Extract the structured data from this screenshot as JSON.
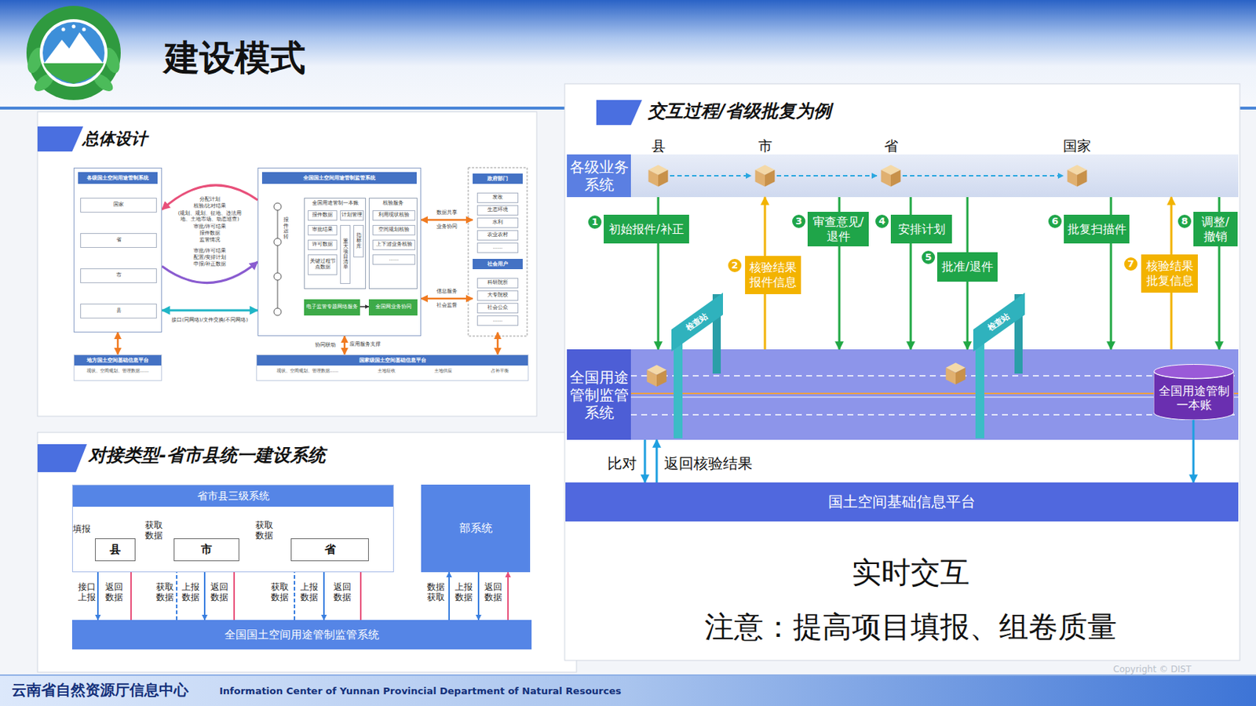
{
  "diagram": {
    "title": "建设模式",
    "nodes": [
      {
        "text": [
          "各级国土空间用途管制系统"
        ]
      },
      {
        "text": [
          "国家"
        ],
        "in": 0
      },
      {
        "text": [
          "省"
        ],
        "in": 0
      },
      {
        "text": [
          "市"
        ],
        "in": 0
      },
      {
        "text": [
          "县"
        ],
        "in": 0
      },
      {
        "text": [
          "全国国土空间用途管制监管系统"
        ]
      },
      {
        "text": [
          "全国用途管制一本账"
        ],
        "in": 5
      },
      {
        "text": [
          "报件数据"
        ],
        "in": 6
      },
      {
        "text": [
          "计划管理"
        ],
        "in": 6
      },
      {
        "text": [
          "审批结果"
        ],
        "in": 6
      },
      {
        "text": [
          "许可数据"
        ],
        "in": 6
      },
      {
        "text": [
          "关键过程节点数据"
        ],
        "in": 6
      },
      {
        "text": [
          "重大项目清单"
        ],
        "in": 6
      },
      {
        "text": [
          "指标库"
        ],
        "in": 6
      },
      {
        "text": [
          "核验服务"
        ],
        "in": 5
      },
      {
        "text": [
          "利用现状核验"
        ],
        "in": 14
      },
      {
        "text": [
          "空间规划核验"
        ],
        "in": 14
      },
      {
        "text": [
          "上下游业务核验"
        ],
        "in": 14
      },
      {
        "text": [
          "……"
        ],
        "in": 14
      },
      {
        "text": [
          "电子监管专题网络服务"
        ],
        "in": 5
      },
      {
        "text": [
          "全国网业务协同"
        ],
        "in": 5
      },
      {
        "text": [
          "政府部门"
        ]
      },
      {
        "text": [
          "发改"
        ],
        "in": 21
      },
      {
        "text": [
          "生态环境"
        ],
        "in": 21
      },
      {
        "text": [
          "水利"
        ],
        "in": 21
      },
      {
        "text": [
          "农业农村"
        ],
        "in": 21
      },
      {
        "text": [
          "……"
        ],
        "in": 21
      },
      {
        "text": [
          "社会用户"
        ]
      },
      {
        "text": [
          "科研院所"
        ],
        "in": 27
      },
      {
        "text": [
          "大专院校"
        ],
        "in": 27
      },
      {
        "text": [
          "社会公众"
        ],
        "in": 27
      },
      {
        "text": [
          "……"
        ],
        "in": 27
      },
      {
        "text": [
          "地方国土空间基础信息平台",
          "现状、空间规划、管理数据……"
        ]
      },
      {
        "text": [
          "国家级国土空间基础信息平台",
          "现状、空间规划、管理数据……",
          "土地征收",
          "土地供应",
          "占补平衡"
        ]
      },
      {
        "text": [
          "省市县三级系统"
        ]
      },
      {
        "text": [
          "县"
        ],
        "in": 34
      },
      {
        "text": [
          "市"
        ],
        "in": 34
      },
      {
        "text": [
          "省"
        ],
        "in": 34
      },
      {
        "text": [
          "部系统"
        ]
      },
      {
        "text": [
          "全国国土空间用途管制监管系统"
        ]
      },
      {
        "text": [
          "各级业务系统"
        ]
      },
      {
        "text": [
          "初始报件/补正"
        ]
      },
      {
        "text": [
          "核验结果报件信息"
        ]
      },
      {
        "text": [
          "审查意见/退件"
        ]
      },
      {
        "text": [
          "安排计划"
        ]
      },
      {
        "text": [
          "批准/退件"
        ]
      },
      {
        "text": [
          "批复扫描件"
        ]
      },
      {
        "text": [
          "核验结果批复信息"
        ]
      },
      {
        "text": [
          "调整/撤销"
        ]
      },
      {
        "text": [
          "全国用途管制监管系统"
        ]
      },
      {
        "text": [
          "全国用途管制一本账"
        ],
        "in": 49
      },
      {
        "text": [
          "国土空间基础信息平台"
        ]
      }
    ],
    "edges": [
      {
        "from": 5,
        "to": 0,
        "arrow": "to"
      },
      {
        "from": 0,
        "to": 5,
        "arrow": "to"
      },
      {
        "from": 0,
        "to": 5,
        "arrow": "both"
      },
      {
        "from": 5,
        "to": 21,
        "arrow": "both"
      },
      {
        "from": 5,
        "to": 27,
        "arrow": "both"
      },
      {
        "from": 0,
        "to": 32,
        "arrow": "both"
      },
      {
        "from": 5,
        "to": 33,
        "label": "协同联动",
        "arrow": "both"
      },
      {
        "from": 27,
        "to": 33,
        "arrow": "both"
      },
      {
        "from": 19,
        "to": 20,
        "arrow": "to"
      },
      {
        "from": 35,
        "to": 36,
        "label": "获取数据",
        "arrow": "to"
      },
      {
        "from": 36,
        "to": 37,
        "label": "获取数据",
        "arrow": "to"
      },
      {
        "from": 35,
        "to": 37,
        "arrow": "to"
      },
      {
        "from": 35,
        "to": 39,
        "label": "接口上报",
        "arrow": "to"
      },
      {
        "from": 39,
        "to": 35,
        "label": "返回数据",
        "arrow": "to"
      },
      {
        "from": 39,
        "to": 36,
        "label": "获取数据",
        "arrow": "to"
      },
      {
        "from": 36,
        "to": 39,
        "label": "上报数据",
        "arrow": "to"
      },
      {
        "from": 39,
        "to": 36,
        "label": "返回数据",
        "arrow": "to"
      },
      {
        "from": 39,
        "to": 37,
        "label": "获取数据",
        "arrow": "to"
      },
      {
        "from": 37,
        "to": 39,
        "label": "上报数据",
        "arrow": "to"
      },
      {
        "from": 39,
        "to": 37,
        "label": "返回数据",
        "arrow": "to"
      },
      {
        "from": 39,
        "to": 38,
        "label": "数据获取",
        "arrow": "to"
      },
      {
        "from": 38,
        "to": 39,
        "label": "上报数据",
        "arrow": "to"
      },
      {
        "from": 39,
        "to": 38,
        "label": "返回数据",
        "arrow": "to"
      },
      {
        "from": 40,
        "to": 49,
        "arrow": "to"
      },
      {
        "from": 49,
        "to": 40,
        "arrow": "to"
      },
      {
        "from": 40,
        "to": 49,
        "arrow": "to"
      },
      {
        "from": 40,
        "to": 49,
        "arrow": "to"
      },
      {
        "from": 40,
        "to": 49,
        "arrow": "to"
      },
      {
        "from": 40,
        "to": 49,
        "arrow": "to"
      },
      {
        "from": 49,
        "to": 40,
        "arrow": "to"
      },
      {
        "from": 40,
        "to": 49,
        "arrow": "to"
      },
      {
        "from": 49,
        "to": 51,
        "label": "比对",
        "arrow": "to"
      },
      {
        "from": 51,
        "to": 49,
        "label": "返回核验结果",
        "arrow": "to"
      },
      {
        "from": 50,
        "to": 51,
        "arrow": "to"
      }
    ],
    "labels": [
      "总体设计",
      "分配计划",
      "核验/比对结果",
      "(规划、规划、征地、违法用地、土地市场、动态巡查)",
      "审批/许可结果",
      "报件数据",
      "监管情况",
      "审批/许可结果",
      "配置/安排计划",
      "申报/补正数据",
      "接口(同网络)/文件交换(不同网络)",
      "报件运转",
      "数据共享",
      "业务协同",
      "信息服务",
      "社会监督",
      "应用服务支撑",
      "对接类型-省市县统一建设系统",
      "填报",
      "交互过程/省级批复为例",
      "县",
      "市",
      "省",
      "国家",
      "1",
      "2",
      "3",
      "4",
      "5",
      "6",
      "7",
      "8",
      "检查站",
      "检查站",
      "实时交互",
      "注意：提高项目填报、组卷质量",
      "云南省自然资源厅信息中心",
      "Information Center  of Yunnan Provincial Department of Natural Resources",
      "Copyright © DIST"
    ]
  }
}
